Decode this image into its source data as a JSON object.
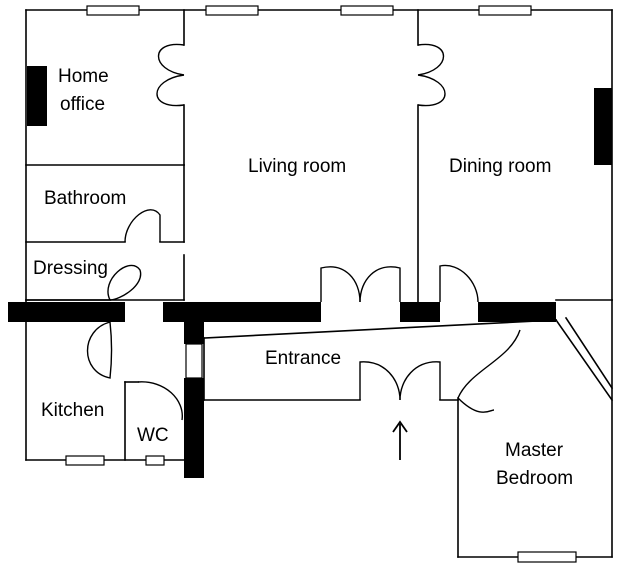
{
  "rooms": {
    "home_office": {
      "line1": "Home",
      "line2": "office"
    },
    "living_room": "Living room",
    "dining_room": "Dining room",
    "bathroom": "Bathroom",
    "dressing": "Dressing",
    "entrance": "Entrance",
    "kitchen": "Kitchen",
    "wc": "WC",
    "master_bedroom": {
      "line1": "Master",
      "line2": "Bedroom"
    }
  },
  "icons": {
    "entry_arrow": "up-arrow-icon"
  },
  "colors": {
    "wall": "#000000",
    "background": "#ffffff"
  }
}
